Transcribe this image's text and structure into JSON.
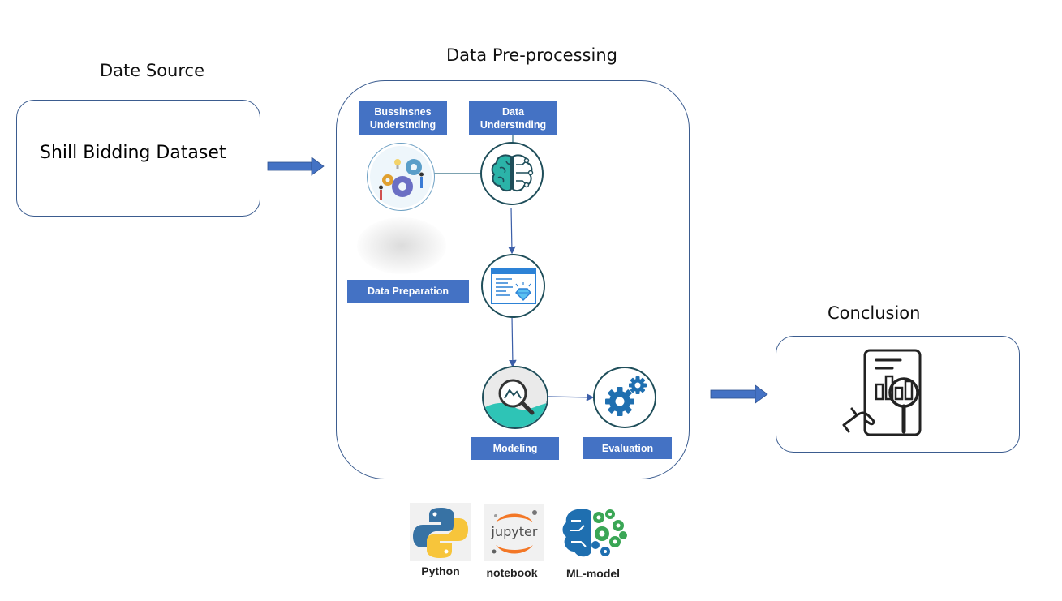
{
  "source": {
    "heading": "Date Source",
    "box_text": "Shill Bidding Dataset"
  },
  "preprocessing": {
    "heading": "Data Pre-processing",
    "steps": {
      "business": "Bussinsnes\nUnderstnding",
      "data": "Data\nUnderstnding",
      "preparation": "Data Preparation",
      "modeling": "Modeling",
      "evaluation": "Evaluation"
    }
  },
  "conclusion": {
    "heading": "Conclusion"
  },
  "tools": {
    "python": "Python",
    "jupyter_logo_text": "jupyter",
    "notebook": "notebook",
    "ml_model": "ML-model"
  },
  "colors": {
    "label_blue": "#4472c4",
    "arrow_blue": "#4472c4",
    "box_border": "#3b5c8f",
    "icon_teal": "#1f4e5a"
  }
}
